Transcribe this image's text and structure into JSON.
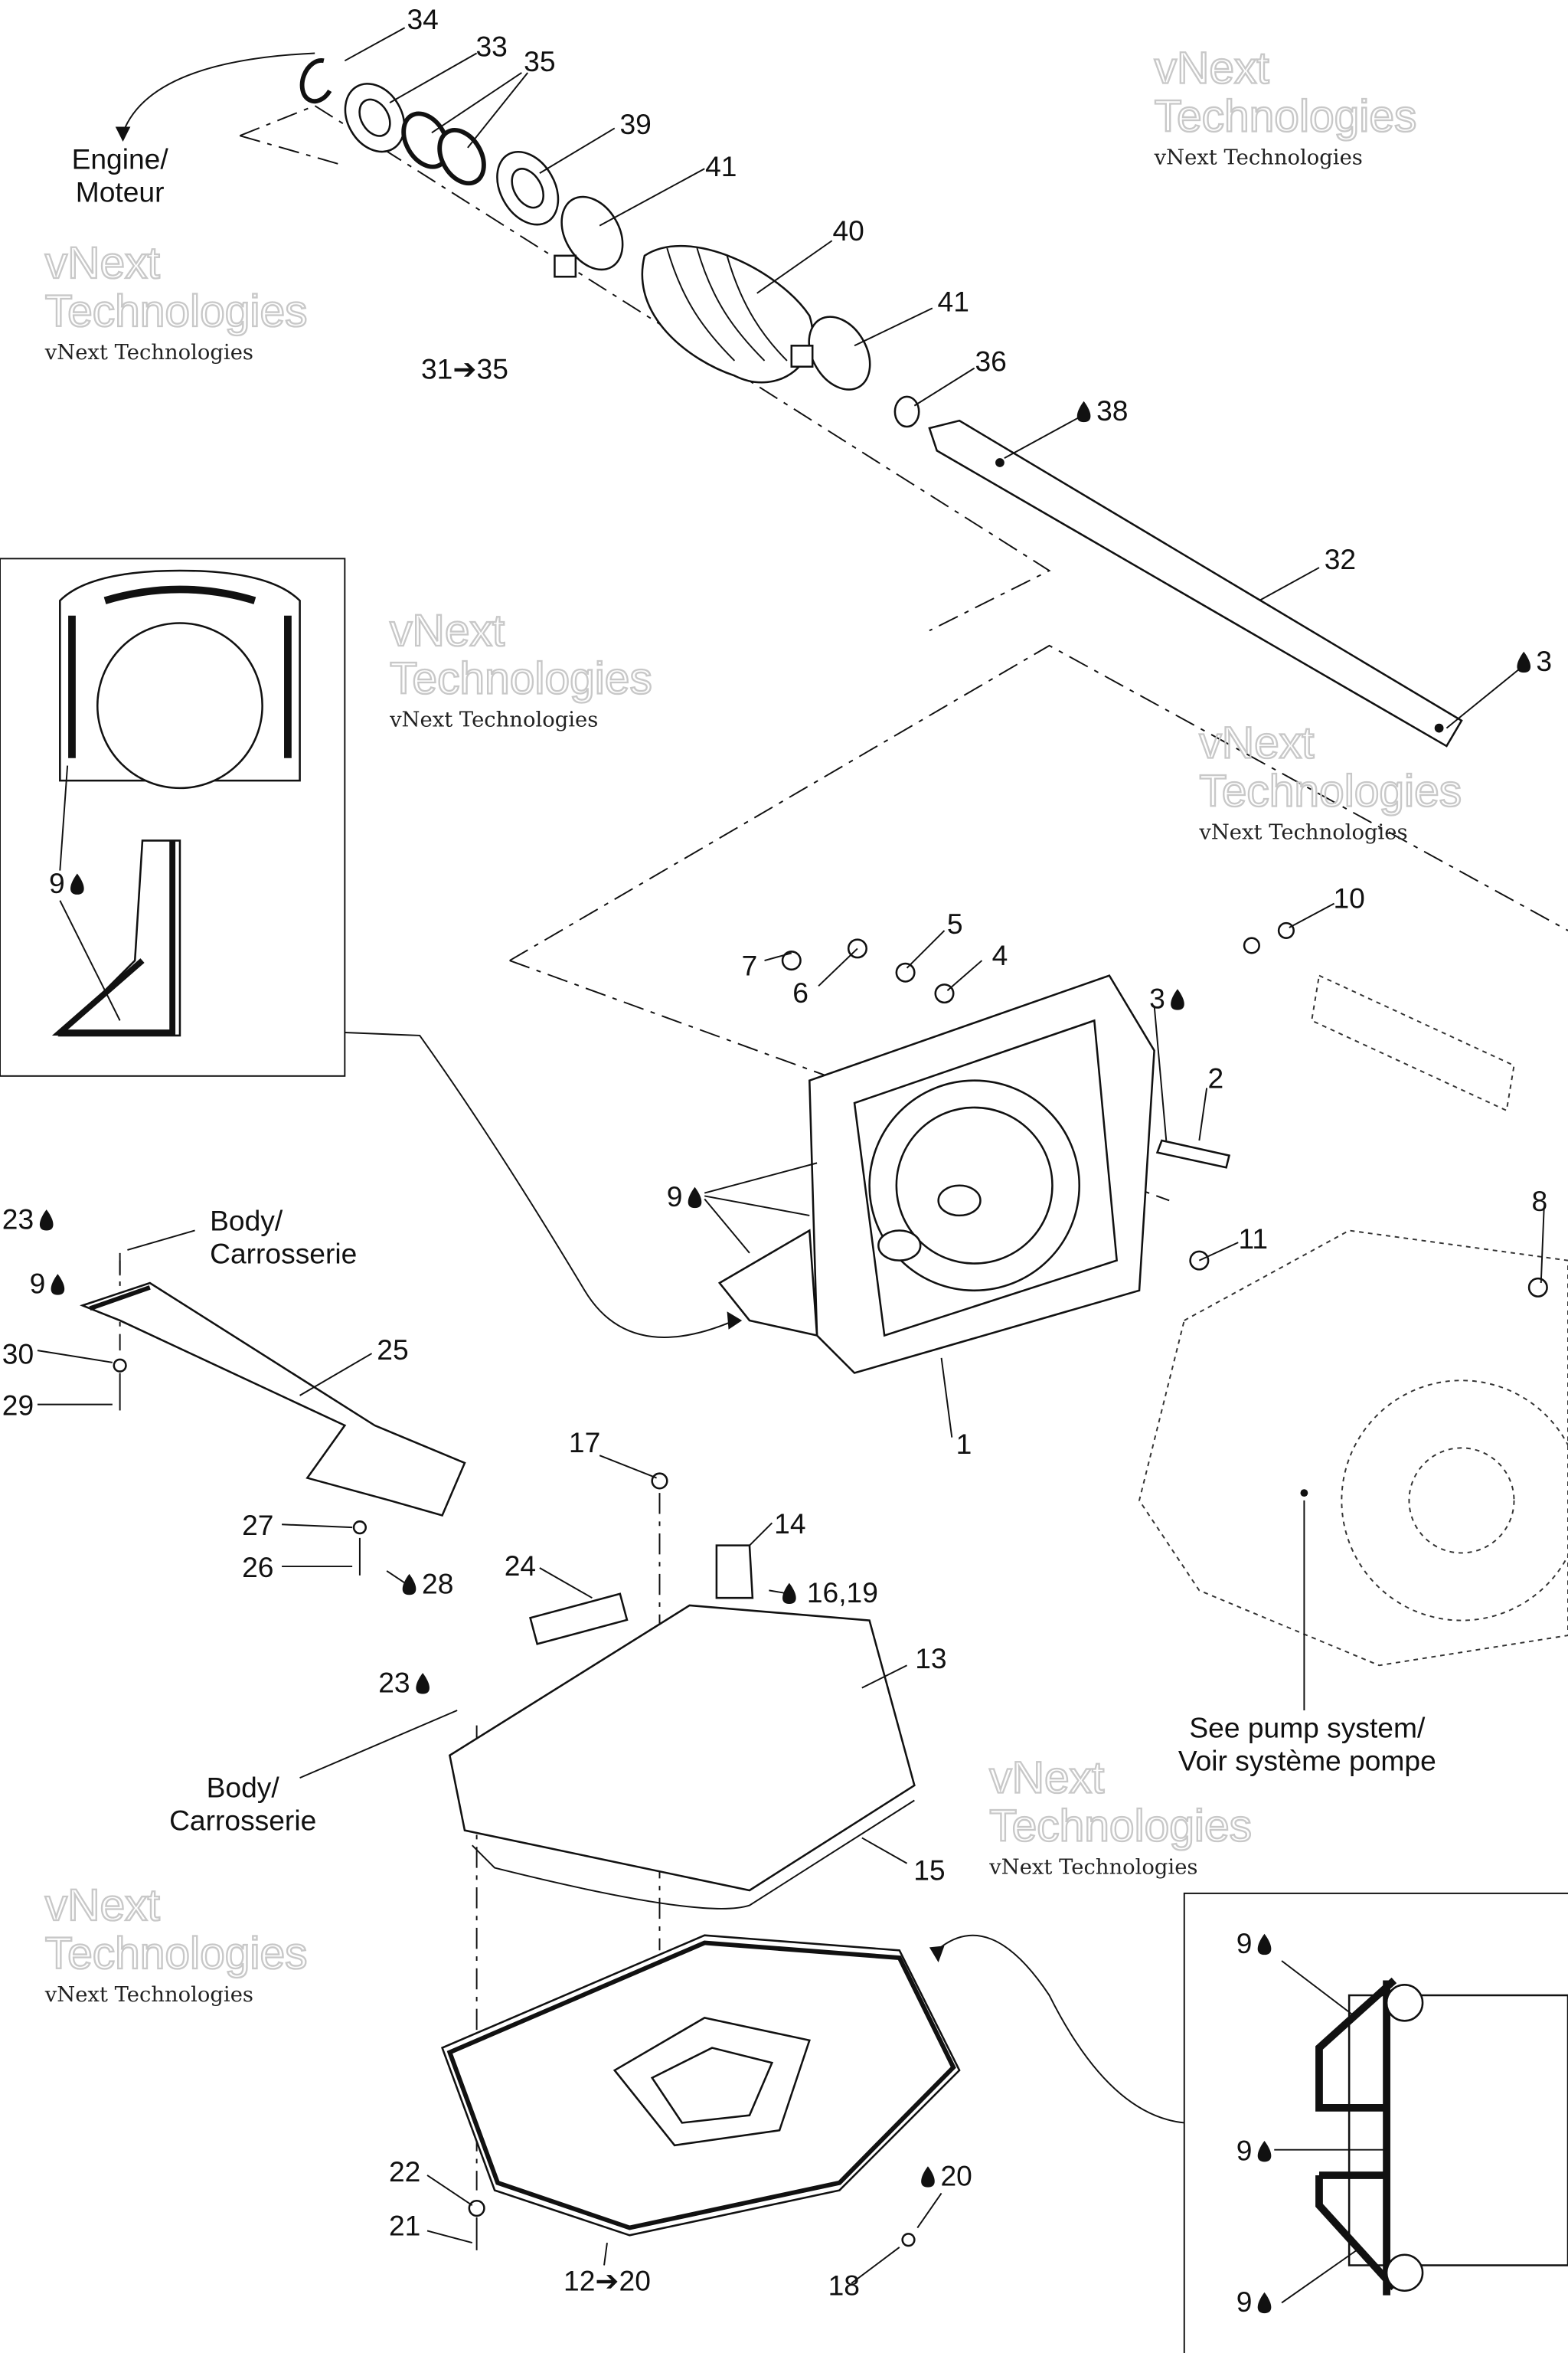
{
  "diagram": {
    "callouts": [
      {
        "id": "c34",
        "text": "34"
      },
      {
        "id": "c33",
        "text": "33"
      },
      {
        "id": "c35",
        "text": "35"
      },
      {
        "id": "c39",
        "text": "39"
      },
      {
        "id": "c41a",
        "text": "41"
      },
      {
        "id": "c40",
        "text": "40"
      },
      {
        "id": "c41b",
        "text": "41"
      },
      {
        "id": "c36",
        "text": "36"
      },
      {
        "id": "c38",
        "text": "38",
        "drop": true
      },
      {
        "id": "c32",
        "text": "32"
      },
      {
        "id": "c3a",
        "text": "3",
        "drop": true
      },
      {
        "id": "c31",
        "text": "31➔35"
      },
      {
        "id": "c9a",
        "text": "9",
        "drop": true
      },
      {
        "id": "c10",
        "text": "10"
      },
      {
        "id": "c5",
        "text": "5"
      },
      {
        "id": "c4",
        "text": "4"
      },
      {
        "id": "c7",
        "text": "7"
      },
      {
        "id": "c6",
        "text": "6"
      },
      {
        "id": "c3b",
        "text": "3",
        "drop": true
      },
      {
        "id": "c2",
        "text": "2"
      },
      {
        "id": "c9b",
        "text": "9",
        "drop": true
      },
      {
        "id": "c8",
        "text": "8"
      },
      {
        "id": "c11",
        "text": "11"
      },
      {
        "id": "c23a",
        "text": "23",
        "drop": true
      },
      {
        "id": "c9c",
        "text": "9",
        "drop": true
      },
      {
        "id": "c30",
        "text": "30"
      },
      {
        "id": "c25",
        "text": "25"
      },
      {
        "id": "c29",
        "text": "29"
      },
      {
        "id": "c1",
        "text": "1"
      },
      {
        "id": "c17",
        "text": "17"
      },
      {
        "id": "c14",
        "text": "14"
      },
      {
        "id": "c27",
        "text": "27"
      },
      {
        "id": "c24",
        "text": "24"
      },
      {
        "id": "c26",
        "text": "26"
      },
      {
        "id": "c28",
        "text": "28",
        "drop": true
      },
      {
        "id": "c16",
        "text": "16,19",
        "drop": true
      },
      {
        "id": "c13",
        "text": "13"
      },
      {
        "id": "c23b",
        "text": "23",
        "drop": true
      },
      {
        "id": "c15",
        "text": "15"
      },
      {
        "id": "c9d",
        "text": "9",
        "drop": true
      },
      {
        "id": "c9e",
        "text": "9",
        "drop": true
      },
      {
        "id": "c9f",
        "text": "9",
        "drop": true
      },
      {
        "id": "c22",
        "text": "22"
      },
      {
        "id": "c21",
        "text": "21"
      },
      {
        "id": "c20",
        "text": "20",
        "drop": true
      },
      {
        "id": "c12",
        "text": "12➔20"
      },
      {
        "id": "c18",
        "text": "18"
      }
    ],
    "notes": {
      "engine": [
        "Engine/",
        "Moteur"
      ],
      "body1": [
        "Body/",
        "Carrosserie"
      ],
      "body2": [
        "Body/",
        "Carrosserie"
      ],
      "pump": [
        "See pump system/",
        "Voir système pompe"
      ]
    },
    "watermark": {
      "line1": "vNext Technologies",
      "line2a": "vNext",
      "line2b": "Technologies"
    }
  }
}
